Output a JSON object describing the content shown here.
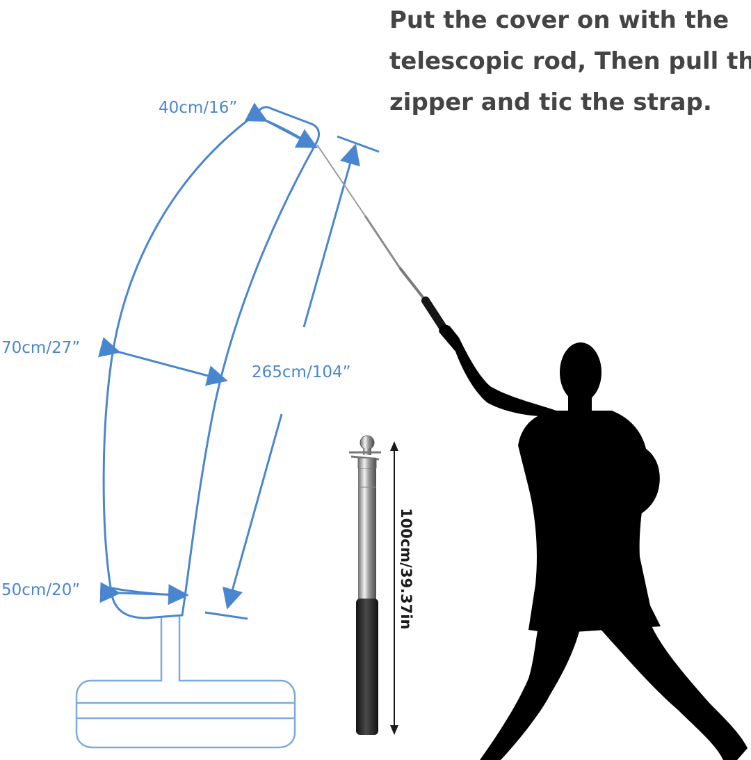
{
  "instructions": {
    "line1": "Put the cover on with the",
    "line2": "telescopic rod, Then pull the",
    "line3": "zipper and tic the strap."
  },
  "dimensions": {
    "top_width": "40cm/16”",
    "mid_width": "70cm/27”",
    "length": "265cm/104”",
    "bottom_width": "50cm/20”",
    "rod_length": "100cm/39.37in"
  },
  "colors": {
    "outline": "#4a86d0",
    "base_outline": "#7fa9dc",
    "silhouette": "#000000",
    "rod_dark": "#262626",
    "text": "#444444"
  },
  "icons": {
    "person": "person-silhouette-icon",
    "rod": "telescopic-rod-icon"
  }
}
